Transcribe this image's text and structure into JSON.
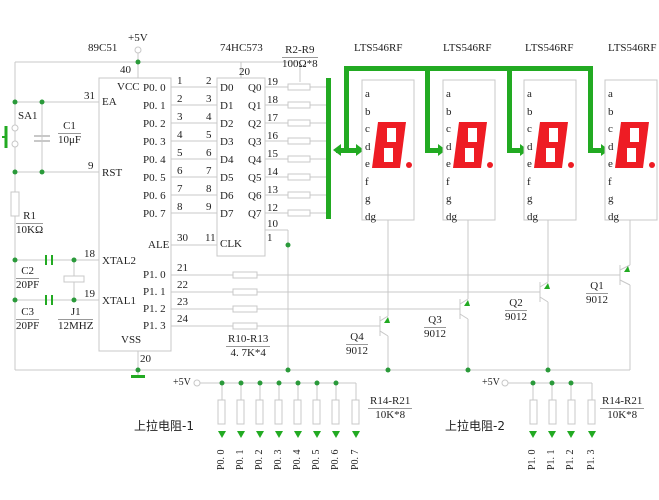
{
  "mcu": {
    "name": "89C51",
    "vcc_label": "+5V",
    "pins_left": [
      {
        "num": "40",
        "name": "VCC"
      },
      {
        "num": "31",
        "name": "EA"
      },
      {
        "num": "9",
        "name": "RST"
      },
      {
        "num": "18",
        "name": "XTAL2"
      },
      {
        "num": "19",
        "name": "XTAL1"
      },
      {
        "num": "20",
        "name": "VSS"
      }
    ],
    "port0": [
      "P0. 0",
      "P0. 1",
      "P0. 2",
      "P0. 3",
      "P0. 4",
      "P0. 5",
      "P0. 6",
      "P0. 7"
    ],
    "port0_pins": [
      "1",
      "2",
      "3",
      "4",
      "5",
      "6",
      "7",
      "8"
    ],
    "ale": {
      "name": "ALE",
      "num": "30"
    },
    "port1": [
      "P1. 0",
      "P1. 1",
      "P1. 2",
      "P1. 3"
    ],
    "port1_pins": [
      "21",
      "22",
      "23",
      "24"
    ]
  },
  "latch": {
    "name": "74HC573",
    "vcc_pin": "20",
    "d_pins": [
      "2",
      "3",
      "4",
      "5",
      "6",
      "7",
      "8",
      "9"
    ],
    "d_names": [
      "D0",
      "D1",
      "D2",
      "D3",
      "D4",
      "D5",
      "D6",
      "D7"
    ],
    "q_names": [
      "Q0",
      "Q1",
      "Q2",
      "Q3",
      "Q4",
      "Q5",
      "Q6",
      "Q7"
    ],
    "q_pins": [
      "19",
      "18",
      "17",
      "16",
      "15",
      "14",
      "13",
      "12"
    ],
    "gnd_pin": "10",
    "clk": {
      "name": "CLK",
      "num": "11"
    },
    "oe_pin": "1"
  },
  "resistors": {
    "r2_r9": {
      "name": "R2-R9",
      "value": "100Ω*8"
    },
    "r10_r13": {
      "name": "R10-R13",
      "value": "4. 7K*4"
    },
    "r1": {
      "name": "R1",
      "value": "10KΩ"
    },
    "r14_r21_a": {
      "name": "R14-R21",
      "value": "10K*8"
    },
    "r14_r21_b": {
      "name": "R14-R21",
      "value": "10K*8"
    }
  },
  "caps": {
    "c1": {
      "name": "C1",
      "value": "10μF"
    },
    "c2": {
      "name": "C2",
      "value": "20PF"
    },
    "c3": {
      "name": "C3",
      "value": "20PF"
    }
  },
  "crystal": {
    "name": "J1",
    "value": "12MHZ"
  },
  "switch": {
    "name": "SA1"
  },
  "displays": [
    {
      "name": "LTS546RF"
    },
    {
      "name": "LTS546RF"
    },
    {
      "name": "LTS546RF"
    },
    {
      "name": "LTS546RF"
    }
  ],
  "segment_pins": [
    "a",
    "b",
    "c",
    "d",
    "e",
    "f",
    "g",
    "dg"
  ],
  "segment_glyph_labels": [
    "a",
    "f",
    "b",
    "g",
    "e",
    "c",
    "d"
  ],
  "transistors": [
    {
      "name": "Q1",
      "type": "9012"
    },
    {
      "name": "Q2",
      "type": "9012"
    },
    {
      "name": "Q3",
      "type": "9012"
    },
    {
      "name": "Q4",
      "type": "9012"
    }
  ],
  "pullup1": {
    "title": "上拉电阻-1",
    "supply": "+5V",
    "outputs": [
      "P0. 0",
      "P0. 1",
      "P0. 2",
      "P0. 3",
      "P0. 4",
      "P0. 5",
      "P0. 6",
      "P0. 7"
    ]
  },
  "pullup2": {
    "title": "上拉电阻-2",
    "supply": "+5V",
    "outputs": [
      "P1. 0",
      "P1. 1",
      "P1. 2",
      "P1. 3"
    ]
  },
  "colors": {
    "wire": "#c8c8c8",
    "node": "#2a9a3a",
    "bus": "#22aa22",
    "segment": "#ee1c24",
    "text": "#222222"
  }
}
